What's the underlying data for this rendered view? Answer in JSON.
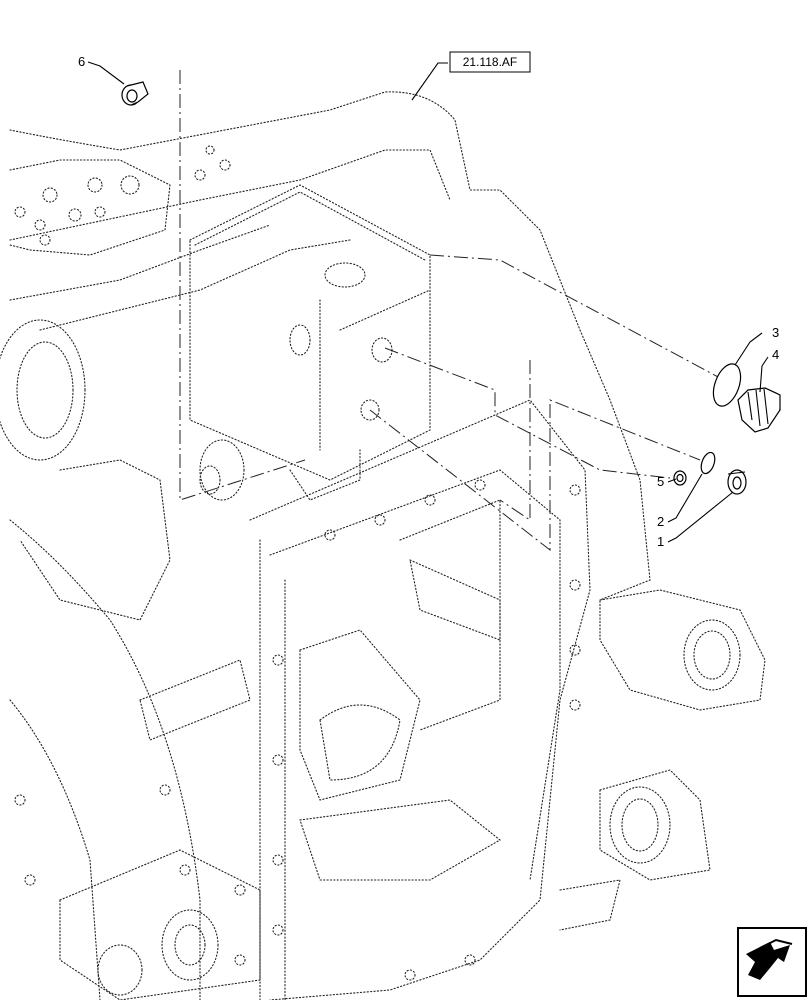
{
  "diagram": {
    "reference_label": "21.118.AF",
    "callouts": [
      {
        "id": "c1",
        "text": "1"
      },
      {
        "id": "c2",
        "text": "2"
      },
      {
        "id": "c3",
        "text": "3"
      },
      {
        "id": "c4",
        "text": "4"
      },
      {
        "id": "c5",
        "text": "5"
      },
      {
        "id": "c6",
        "text": "6"
      }
    ],
    "nav_icon": "return-arrow-icon"
  }
}
